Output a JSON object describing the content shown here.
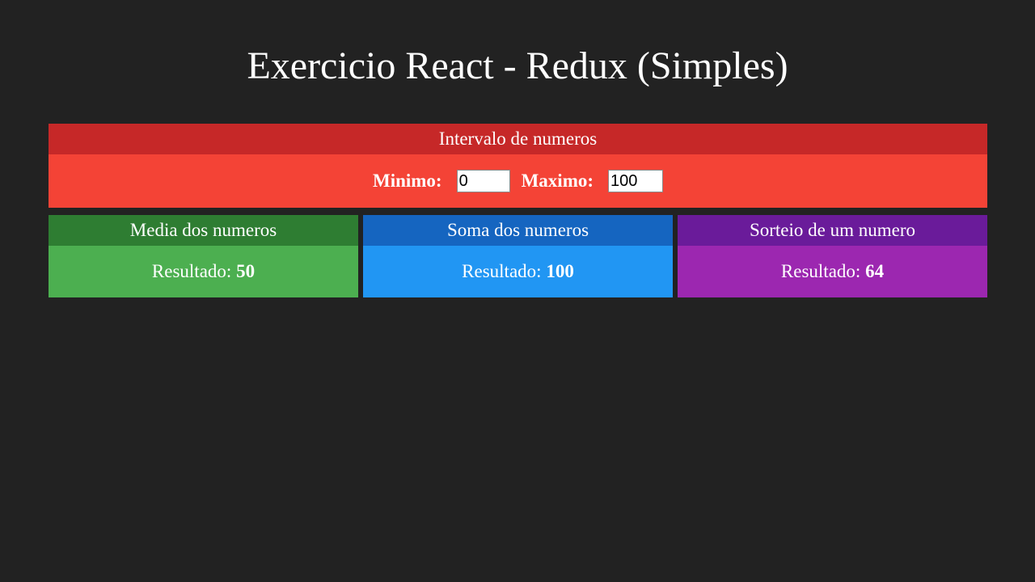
{
  "page": {
    "title": "Exercicio React - Redux (Simples)"
  },
  "interval": {
    "header": "Intervalo de numeros",
    "min_label": "Minimo:",
    "min_value": "0",
    "max_label": "Maximo:",
    "max_value": "100"
  },
  "cards": {
    "media": {
      "header": "Media dos numeros",
      "result_label": "Resultado:",
      "result_value": "50"
    },
    "soma": {
      "header": "Soma dos numeros",
      "result_label": "Resultado:",
      "result_value": "100"
    },
    "sorteio": {
      "header": "Sorteio de um numero",
      "result_label": "Resultado:",
      "result_value": "64"
    }
  },
  "colors": {
    "background": "#222222",
    "interval_header": "#c62828",
    "interval_body": "#f44336",
    "media_header": "#2e7d32",
    "media_body": "#4caf50",
    "soma_header": "#1565c0",
    "soma_body": "#2196f3",
    "sorteio_header": "#6a1b9a",
    "sorteio_body": "#9c27b0"
  }
}
